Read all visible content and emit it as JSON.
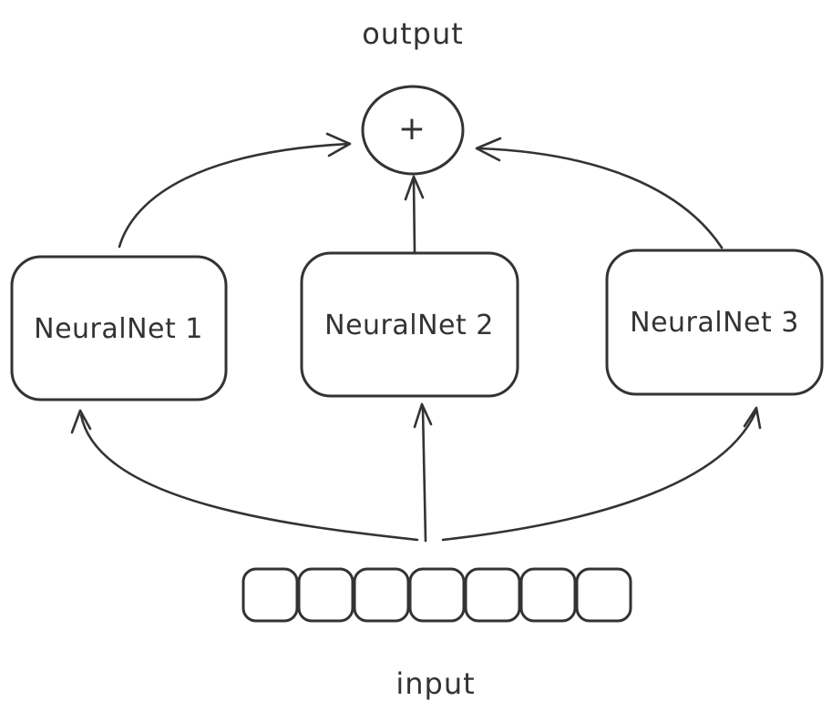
{
  "diagram": {
    "output_label": "output",
    "input_label": "input",
    "sum_symbol": "+",
    "nets": [
      {
        "label": "NeuralNet 1"
      },
      {
        "label": "NeuralNet 2"
      },
      {
        "label": "NeuralNet 3"
      }
    ],
    "input_cell_count": 7,
    "colors": {
      "stroke": "#333333",
      "background": "#ffffff"
    }
  }
}
